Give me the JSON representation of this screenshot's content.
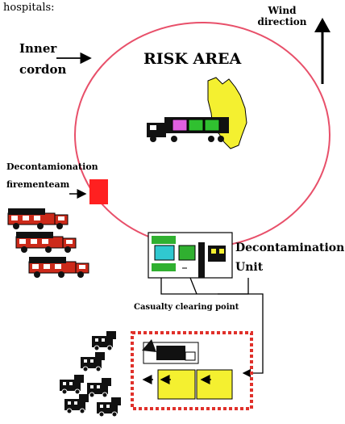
{
  "labels": {
    "hospitals": "hospitals:",
    "inner_cordon": "Inner cordon",
    "risk_area": "RISK AREA",
    "wind_direction": "Wind direction",
    "decon_team": "Decontamionation firementeam",
    "decon_unit": "Decontamination Unit",
    "casualty_clearing_point": "Casualty clearing point"
  },
  "colors": {
    "risk_circle": "#e8506a",
    "clearing_zone_border": "#e0302a",
    "hazard_area": "#f4f030",
    "fire_truck": "#cc2a1a",
    "decon_team_marker": "#ff2020",
    "tank_1": "#e060e0",
    "tank_2": "#30c030",
    "unit_teal": "#30c8d0",
    "unit_green": "#30b030",
    "tent_yellow": "#f4f030"
  }
}
